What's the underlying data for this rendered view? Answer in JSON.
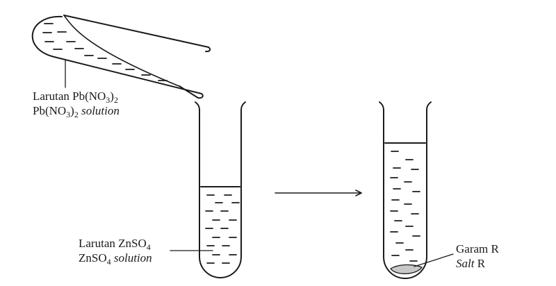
{
  "labels": {
    "pb_solution": {
      "malay_word": "Larutan",
      "malay_formula_pre": "Pb(NO",
      "malay_formula_sub1": "3",
      "malay_formula_mid": ")",
      "malay_formula_sub2": "2",
      "english_formula_pre": "Pb(NO",
      "english_formula_sub1": "3",
      "english_formula_mid": ")",
      "english_formula_sub2": "2",
      "english_word": "solution"
    },
    "zn_solution": {
      "malay_word": "Larutan",
      "malay_formula_pre": "ZnSO",
      "malay_formula_sub": "4",
      "english_formula_pre": "ZnSO",
      "english_formula_sub": "4",
      "english_word": "solution"
    },
    "salt": {
      "malay_word": "Garam",
      "malay_letter": "R",
      "english_word": "Salt",
      "english_letter": "R"
    }
  },
  "colors": {
    "line": "#1a1a1a",
    "precipitate": "#c8c8c8"
  }
}
